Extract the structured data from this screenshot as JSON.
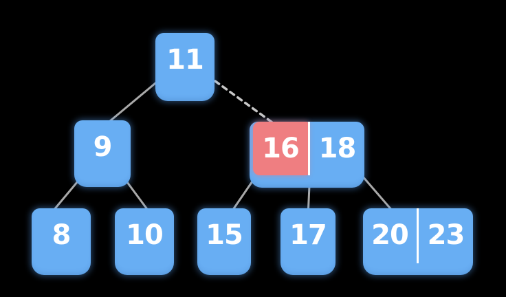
{
  "colors": {
    "background": "#000000",
    "node_blue": "#68aef3",
    "node_red": "#ef7e81",
    "key_text": "#ffffff",
    "edge": "#a9a9a9",
    "edge_dashed": "#c7c7c7",
    "divider": "#ffffff"
  },
  "tree": {
    "type": "b-tree",
    "nodes": {
      "n11": {
        "keys": [
          "11"
        ]
      },
      "n9": {
        "keys": [
          "9"
        ]
      },
      "n16_18": {
        "keys": [
          "16",
          "18"
        ],
        "highlighted_key": "16",
        "highlight_color": "#ef7e81"
      },
      "n8": {
        "keys": [
          "8"
        ]
      },
      "n10": {
        "keys": [
          "10"
        ]
      },
      "n15": {
        "keys": [
          "15"
        ]
      },
      "n17": {
        "keys": [
          "17"
        ]
      },
      "n20_23": {
        "keys": [
          "20",
          "23"
        ]
      }
    },
    "edges": [
      {
        "from": "11",
        "to": "9",
        "style": "solid"
      },
      {
        "from": "11",
        "to": "16|18",
        "style": "dashed"
      },
      {
        "from": "9",
        "to": "8",
        "style": "solid"
      },
      {
        "from": "9",
        "to": "10",
        "style": "solid"
      },
      {
        "from": "16|18",
        "to": "15",
        "style": "solid"
      },
      {
        "from": "16|18",
        "to": "17",
        "style": "solid"
      },
      {
        "from": "16|18",
        "to": "20|23",
        "style": "solid"
      }
    ]
  }
}
